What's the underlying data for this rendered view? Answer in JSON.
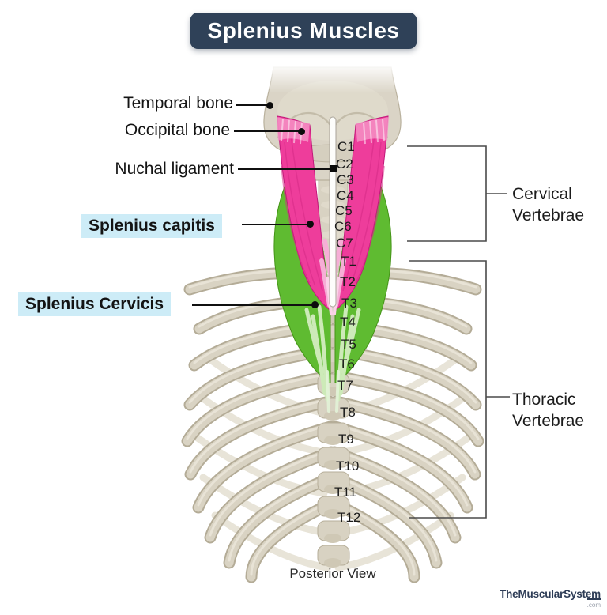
{
  "title": "Splenius Muscles",
  "annotations": {
    "left": [
      {
        "label": "Temporal bone",
        "highlight": false
      },
      {
        "label": "Occipital bone",
        "highlight": false
      },
      {
        "label": "Nuchal ligament",
        "highlight": false
      },
      {
        "label": "Splenius capitis",
        "highlight": true
      },
      {
        "label": "Splenius Cervicis",
        "highlight": true
      }
    ],
    "right": [
      {
        "label": "Cervical\nVertebrae"
      },
      {
        "label": "Thoracic\nVertebrae"
      }
    ]
  },
  "vertebrae": {
    "cervical": [
      "C1",
      "C2",
      "C3",
      "C4",
      "C5",
      "C6",
      "C7"
    ],
    "thoracic": [
      "T1",
      "T2",
      "T3",
      "T4",
      "T5",
      "T6",
      "T7",
      "T8",
      "T9",
      "T10",
      "T11",
      "T12"
    ]
  },
  "caption": "Posterior View",
  "watermark": {
    "site": "TheMuscularSystem",
    "tld": ".com"
  },
  "colors": {
    "splenius_capitis_pink": "#ee3d9b",
    "splenius_cervicis_green": "#5fbb31",
    "bone": "#d8d2c2",
    "label_highlight": "#cdecf7",
    "banner_navy": "#2f4158",
    "watermark_navy": "#2d3c56"
  }
}
